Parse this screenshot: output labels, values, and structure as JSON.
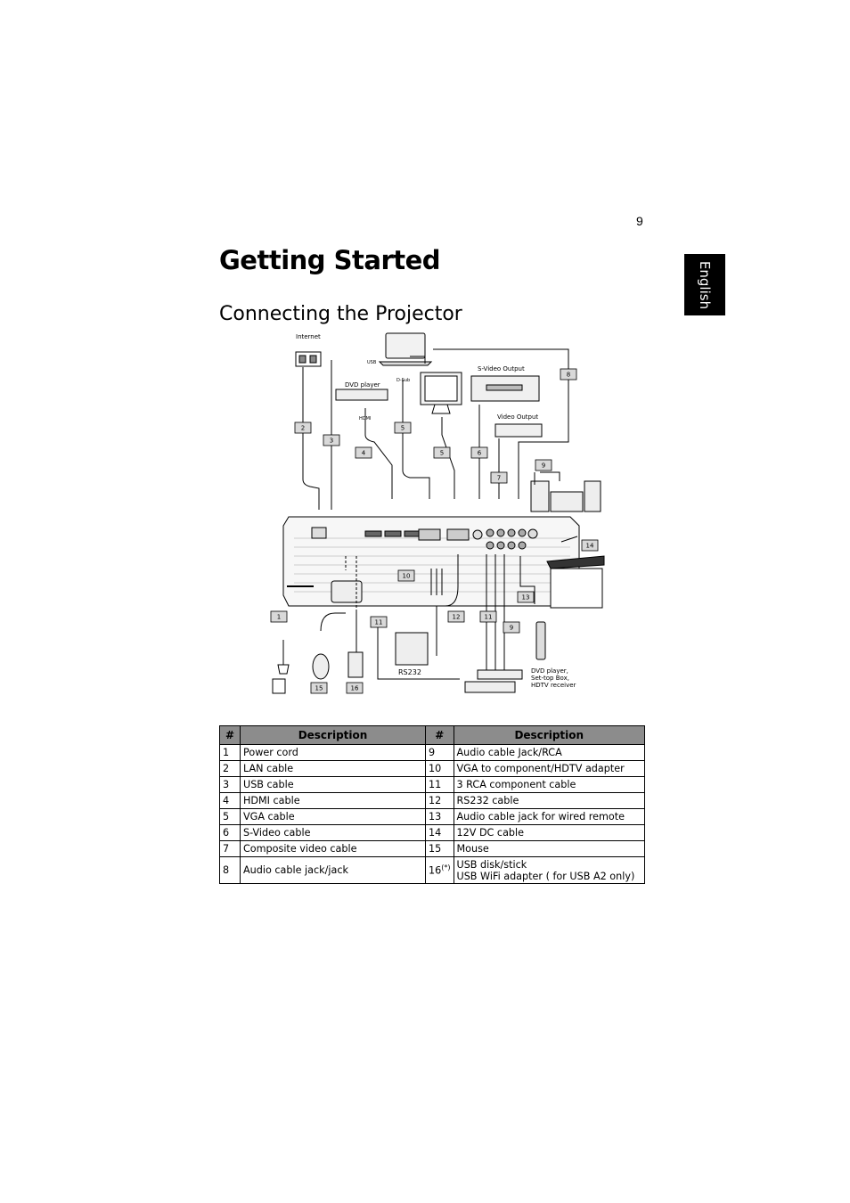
{
  "page_number": "9",
  "chapter_title": "Getting Started",
  "section_title": "Connecting the Projector",
  "language_tab": "English",
  "diagram": {
    "labels": {
      "internet": "Internet",
      "dvd_player": "DVD player",
      "s_video_output": "S-Video Output",
      "video_output": "Video Output",
      "rs232": "RS232",
      "dvd_settop": [
        "DVD player,",
        "Set-top Box,",
        "HDTV receiver"
      ],
      "usb": "USB",
      "hdmi": "HDMI",
      "dsub": "D-Sub"
    },
    "callouts": [
      "1",
      "2",
      "3",
      "4",
      "5",
      "5",
      "6",
      "7",
      "8",
      "9",
      "9",
      "10",
      "11",
      "11",
      "12",
      "13",
      "14",
      "15",
      "16"
    ]
  },
  "table": {
    "headers": [
      "#",
      "Description",
      "#",
      "Description"
    ],
    "rows": [
      {
        "n1": "1",
        "d1": "Power cord",
        "n2": "9",
        "n2_sup": "",
        "d2": [
          "Audio cable Jack/RCA"
        ]
      },
      {
        "n1": "2",
        "d1": "LAN cable",
        "n2": "10",
        "n2_sup": "",
        "d2": [
          "VGA to component/HDTV adapter"
        ]
      },
      {
        "n1": "3",
        "d1": "USB cable",
        "n2": "11",
        "n2_sup": "",
        "d2": [
          "3 RCA component cable"
        ]
      },
      {
        "n1": "4",
        "d1": "HDMI cable",
        "n2": "12",
        "n2_sup": "",
        "d2": [
          "RS232 cable"
        ]
      },
      {
        "n1": "5",
        "d1": "VGA cable",
        "n2": "13",
        "n2_sup": "",
        "d2": [
          "Audio cable jack for wired remote"
        ]
      },
      {
        "n1": "6",
        "d1": "S-Video cable",
        "n2": "14",
        "n2_sup": "",
        "d2": [
          "12V DC cable"
        ]
      },
      {
        "n1": "7",
        "d1": "Composite video cable",
        "n2": "15",
        "n2_sup": "",
        "d2": [
          "Mouse"
        ]
      },
      {
        "n1": "8",
        "d1": "Audio cable jack/jack",
        "n2": "16",
        "n2_sup": "(*)",
        "d2": [
          "USB disk/stick",
          "USB WiFi adapter ( for USB A2 only)"
        ]
      }
    ]
  }
}
